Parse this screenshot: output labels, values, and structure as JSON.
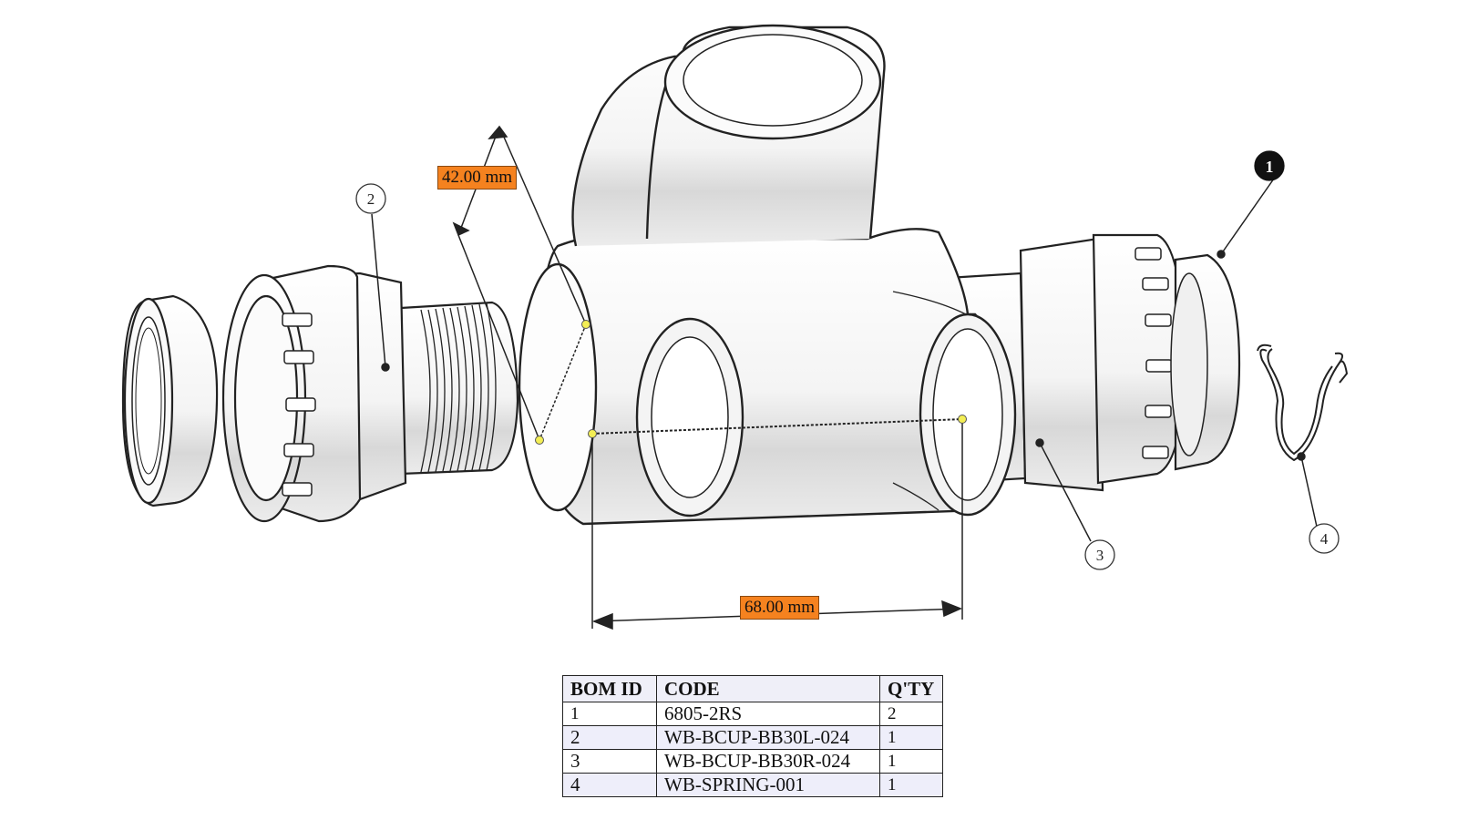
{
  "dimensions": {
    "height_label": "42.00 mm",
    "width_label": "68.00 mm"
  },
  "callouts": {
    "c1": "1",
    "c2": "2",
    "c3": "3",
    "c4": "4"
  },
  "bom": {
    "headers": {
      "id": "BOM ID",
      "code": "CODE",
      "qty": "Q'TY"
    },
    "rows": [
      {
        "id": "1",
        "code": "6805-2RS",
        "qty": "2"
      },
      {
        "id": "2",
        "code": "WB-BCUP-BB30L-024",
        "qty": "1"
      },
      {
        "id": "3",
        "code": "WB-BCUP-BB30R-024",
        "qty": "1"
      },
      {
        "id": "4",
        "code": "WB-SPRING-001",
        "qty": "1"
      }
    ]
  },
  "colors": {
    "dimension_fill": "#f5821f",
    "line": "#222222",
    "handle": "#f3ee55"
  }
}
